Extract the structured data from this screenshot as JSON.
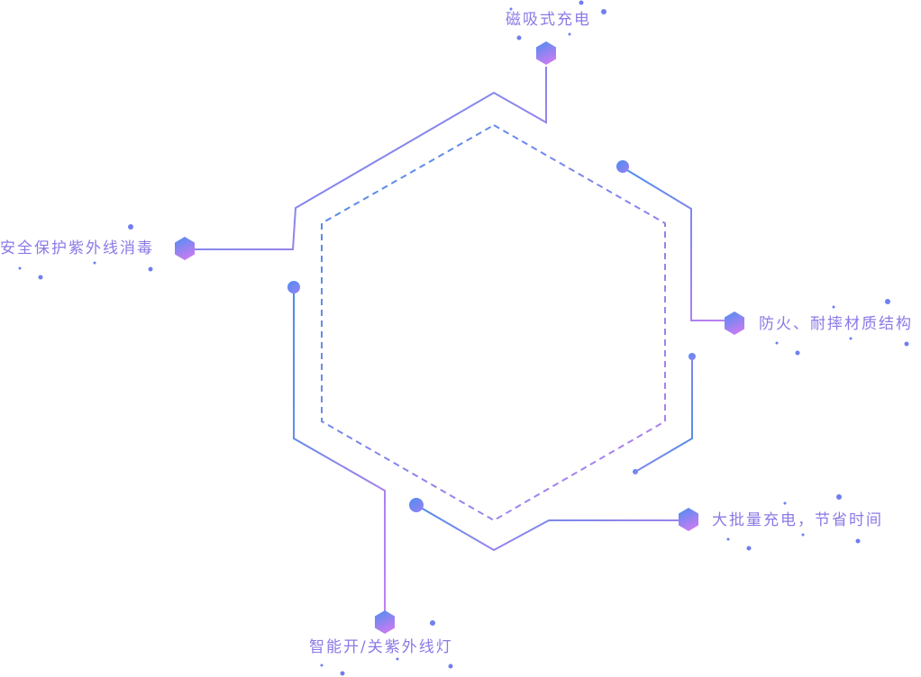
{
  "features": [
    {
      "id": "top",
      "label": "磁吸式充电"
    },
    {
      "id": "left",
      "label": "安全保护紫外线消毒"
    },
    {
      "id": "right1",
      "label": "防火、耐摔材质结构"
    },
    {
      "id": "right2",
      "label": "大批量充电，节省时间"
    },
    {
      "id": "bottom",
      "label": "智能开/关紫外线灯"
    }
  ],
  "colors": {
    "blue": "#4a8ee8",
    "purple": "#b57ff0",
    "text": "#8a7ae6",
    "dot": "#6f7ef0"
  }
}
